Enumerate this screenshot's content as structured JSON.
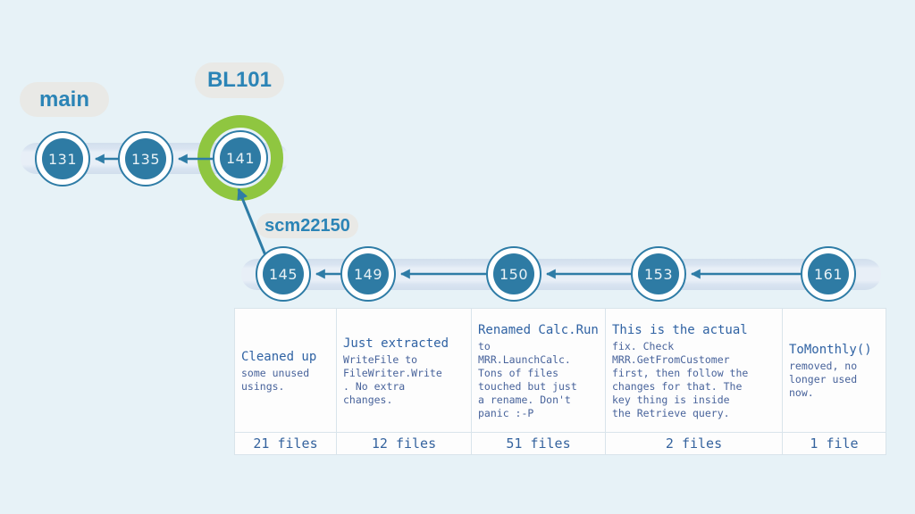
{
  "colors": {
    "background": "#e7f2f7",
    "commit_fill": "#2e7ba4",
    "commit_border": "#2e7ca6",
    "branch_bar": "#d9e4f1",
    "highlight_ring_green": "#8fc640",
    "arrow": "#2e7ca6",
    "label_pill_bg": "#e9e9e6",
    "label_text": "#2b84b6",
    "table_border": "#d9e4eb",
    "table_title_text": "#2f62a3",
    "table_body_text": "#48639b"
  },
  "graph": {
    "main_branch": {
      "label": "main",
      "commits": [
        "131",
        "135",
        "141"
      ]
    },
    "feature_branch": {
      "label": "scm22150",
      "commits": [
        "145",
        "149",
        "150",
        "153",
        "161"
      ]
    },
    "highlight_tag": "BL101",
    "highlighted_commit": "141"
  },
  "table": {
    "columns": [
      {
        "title": "Cleaned up",
        "body": "some unused\nusings.",
        "files": "21 files"
      },
      {
        "title": "Just extracted",
        "body": "WriteFile to\nFileWriter.Write\n. No extra\nchanges.",
        "files": "12 files"
      },
      {
        "title": "Renamed Calc.Run",
        "body": "to\nMRR.LaunchCalc.\nTons of files\ntouched but just\na rename. Don't\npanic :-P",
        "files": "51 files"
      },
      {
        "title": "This is the actual",
        "body": "fix. Check\nMRR.GetFromCustomer\nfirst, then follow the\nchanges for that. The\nkey thing is inside\nthe Retrieve query.",
        "files": "2 files"
      },
      {
        "title": "ToMonthly()",
        "body": "removed, no\nlonger used\nnow.",
        "files": "1 file"
      }
    ]
  }
}
